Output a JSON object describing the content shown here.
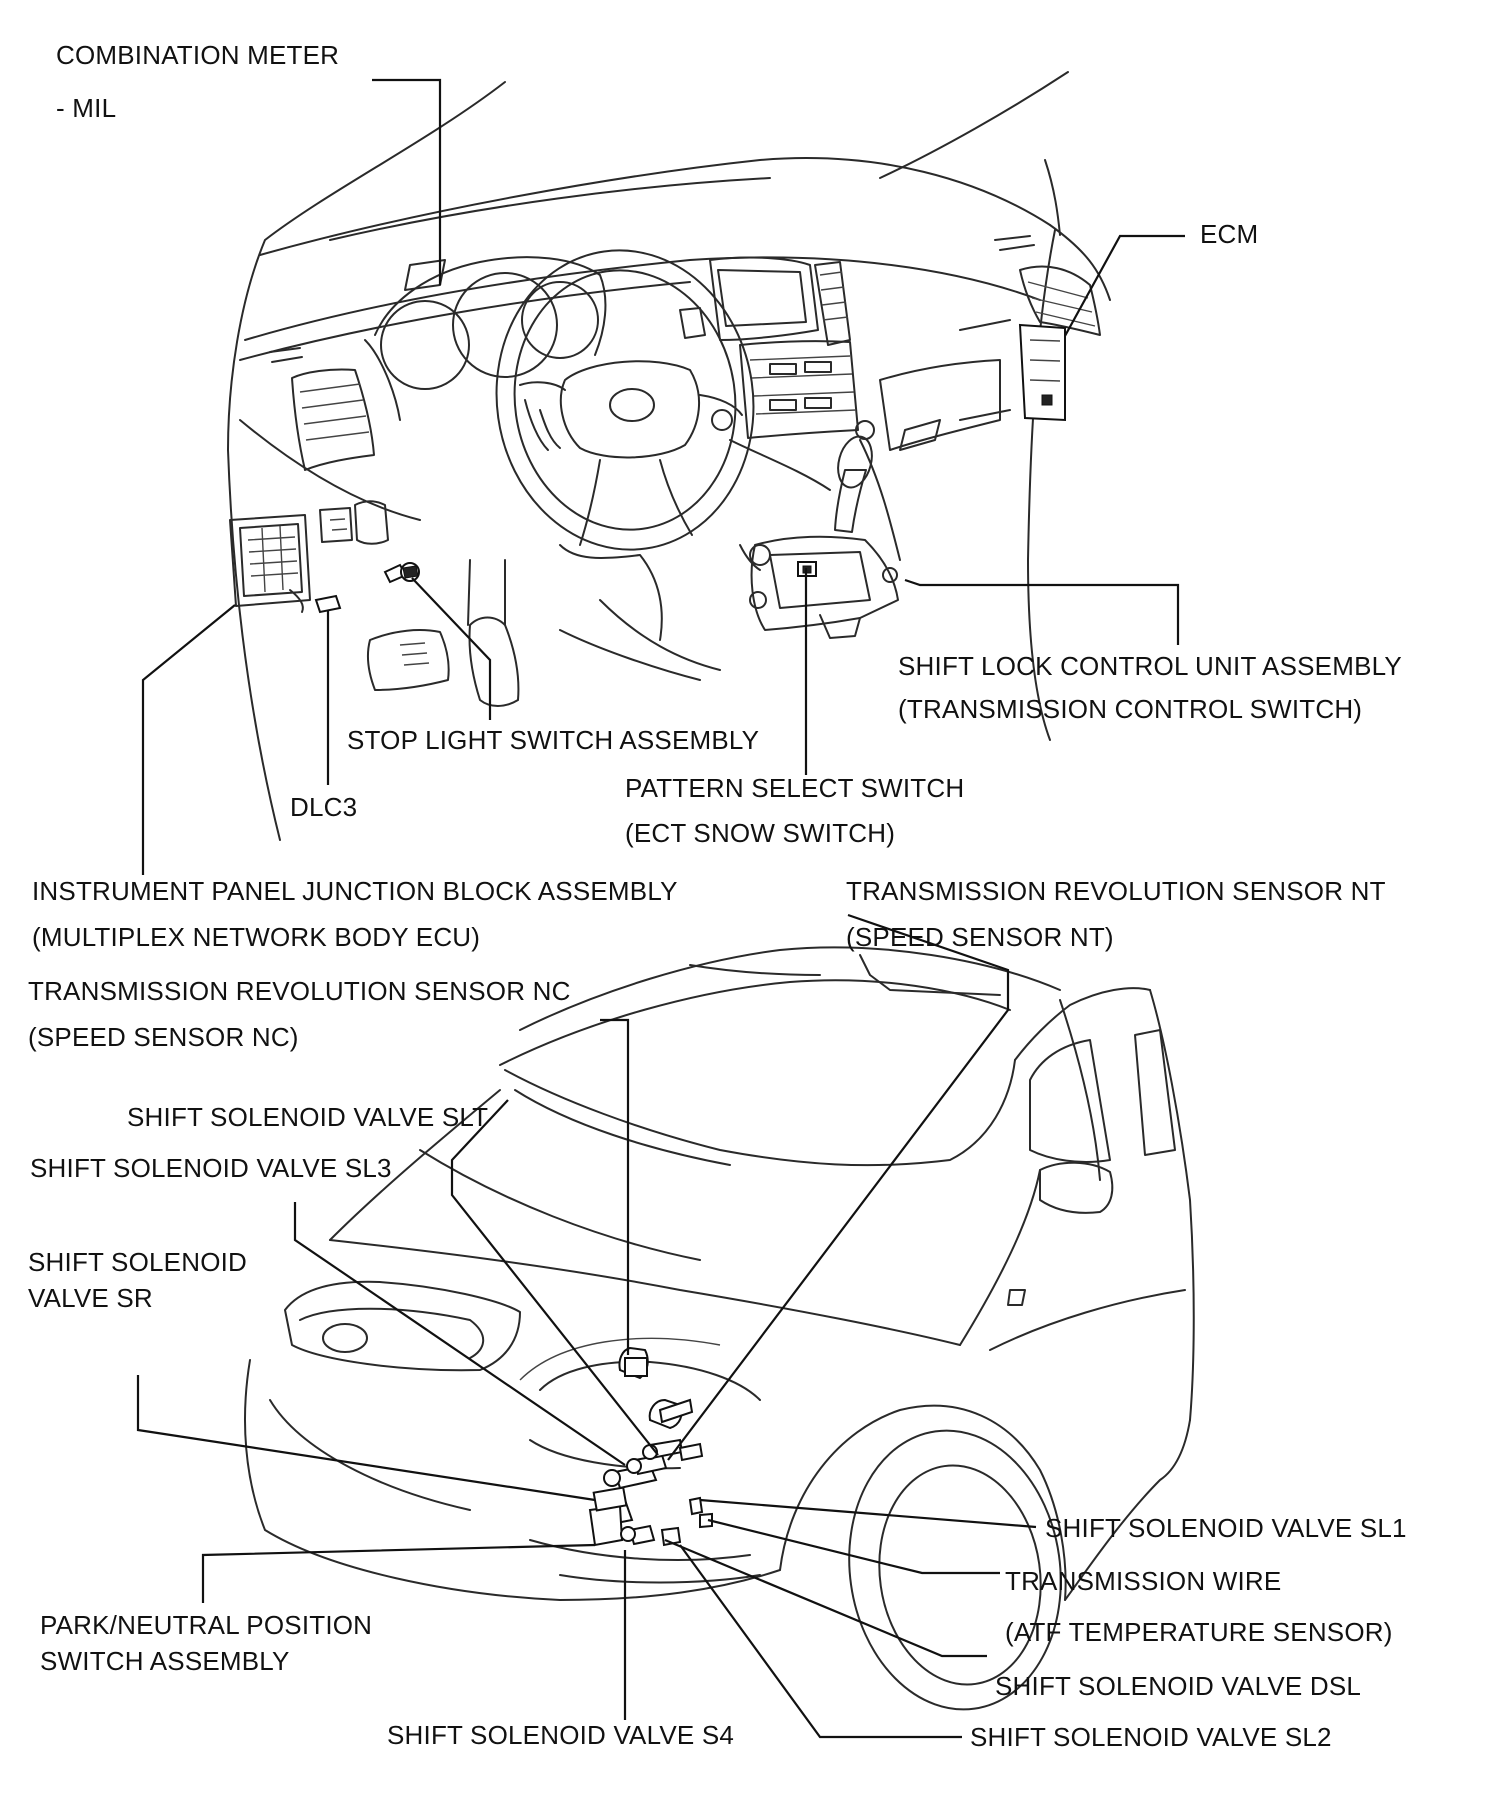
{
  "labels": {
    "combination_meter": "COMBINATION METER",
    "mil": "- MIL",
    "ecm": "ECM",
    "shift_lock_control_unit": "SHIFT LOCK CONTROL UNIT ASSEMBLY",
    "transmission_control_switch": "(TRANSMISSION CONTROL SWITCH)",
    "stop_light_switch": "STOP LIGHT SWITCH ASSEMBLY",
    "dlc3": "DLC3",
    "pattern_select_switch": "PATTERN SELECT SWITCH",
    "ect_snow_switch": "(ECT SNOW SWITCH)",
    "instrument_panel_jb": "INSTRUMENT PANEL JUNCTION BLOCK ASSEMBLY",
    "multiplex_network_body_ecu": "(MULTIPLEX NETWORK BODY ECU)",
    "trans_rev_sensor_nt": "TRANSMISSION REVOLUTION SENSOR NT",
    "speed_sensor_nt": "(SPEED SENSOR NT)",
    "trans_rev_sensor_nc": "TRANSMISSION REVOLUTION SENSOR NC",
    "speed_sensor_nc": "(SPEED SENSOR NC)",
    "solenoid_slt": "SHIFT SOLENOID VALVE SLT",
    "solenoid_sl3": "SHIFT SOLENOID VALVE SL3",
    "solenoid_sr_line1": "SHIFT SOLENOID",
    "solenoid_sr_line2": "VALVE SR",
    "solenoid_sl1": "SHIFT SOLENOID VALVE SL1",
    "transmission_wire": "TRANSMISSION WIRE",
    "atf_temp_sensor": "(ATF TEMPERATURE SENSOR)",
    "park_neutral_line1": "PARK/NEUTRAL POSITION",
    "park_neutral_line2": "SWITCH ASSEMBLY",
    "solenoid_dsl": "SHIFT SOLENOID VALVE DSL",
    "solenoid_s4": "SHIFT SOLENOID VALVE S4",
    "solenoid_sl2": "SHIFT SOLENOID VALVE SL2"
  }
}
